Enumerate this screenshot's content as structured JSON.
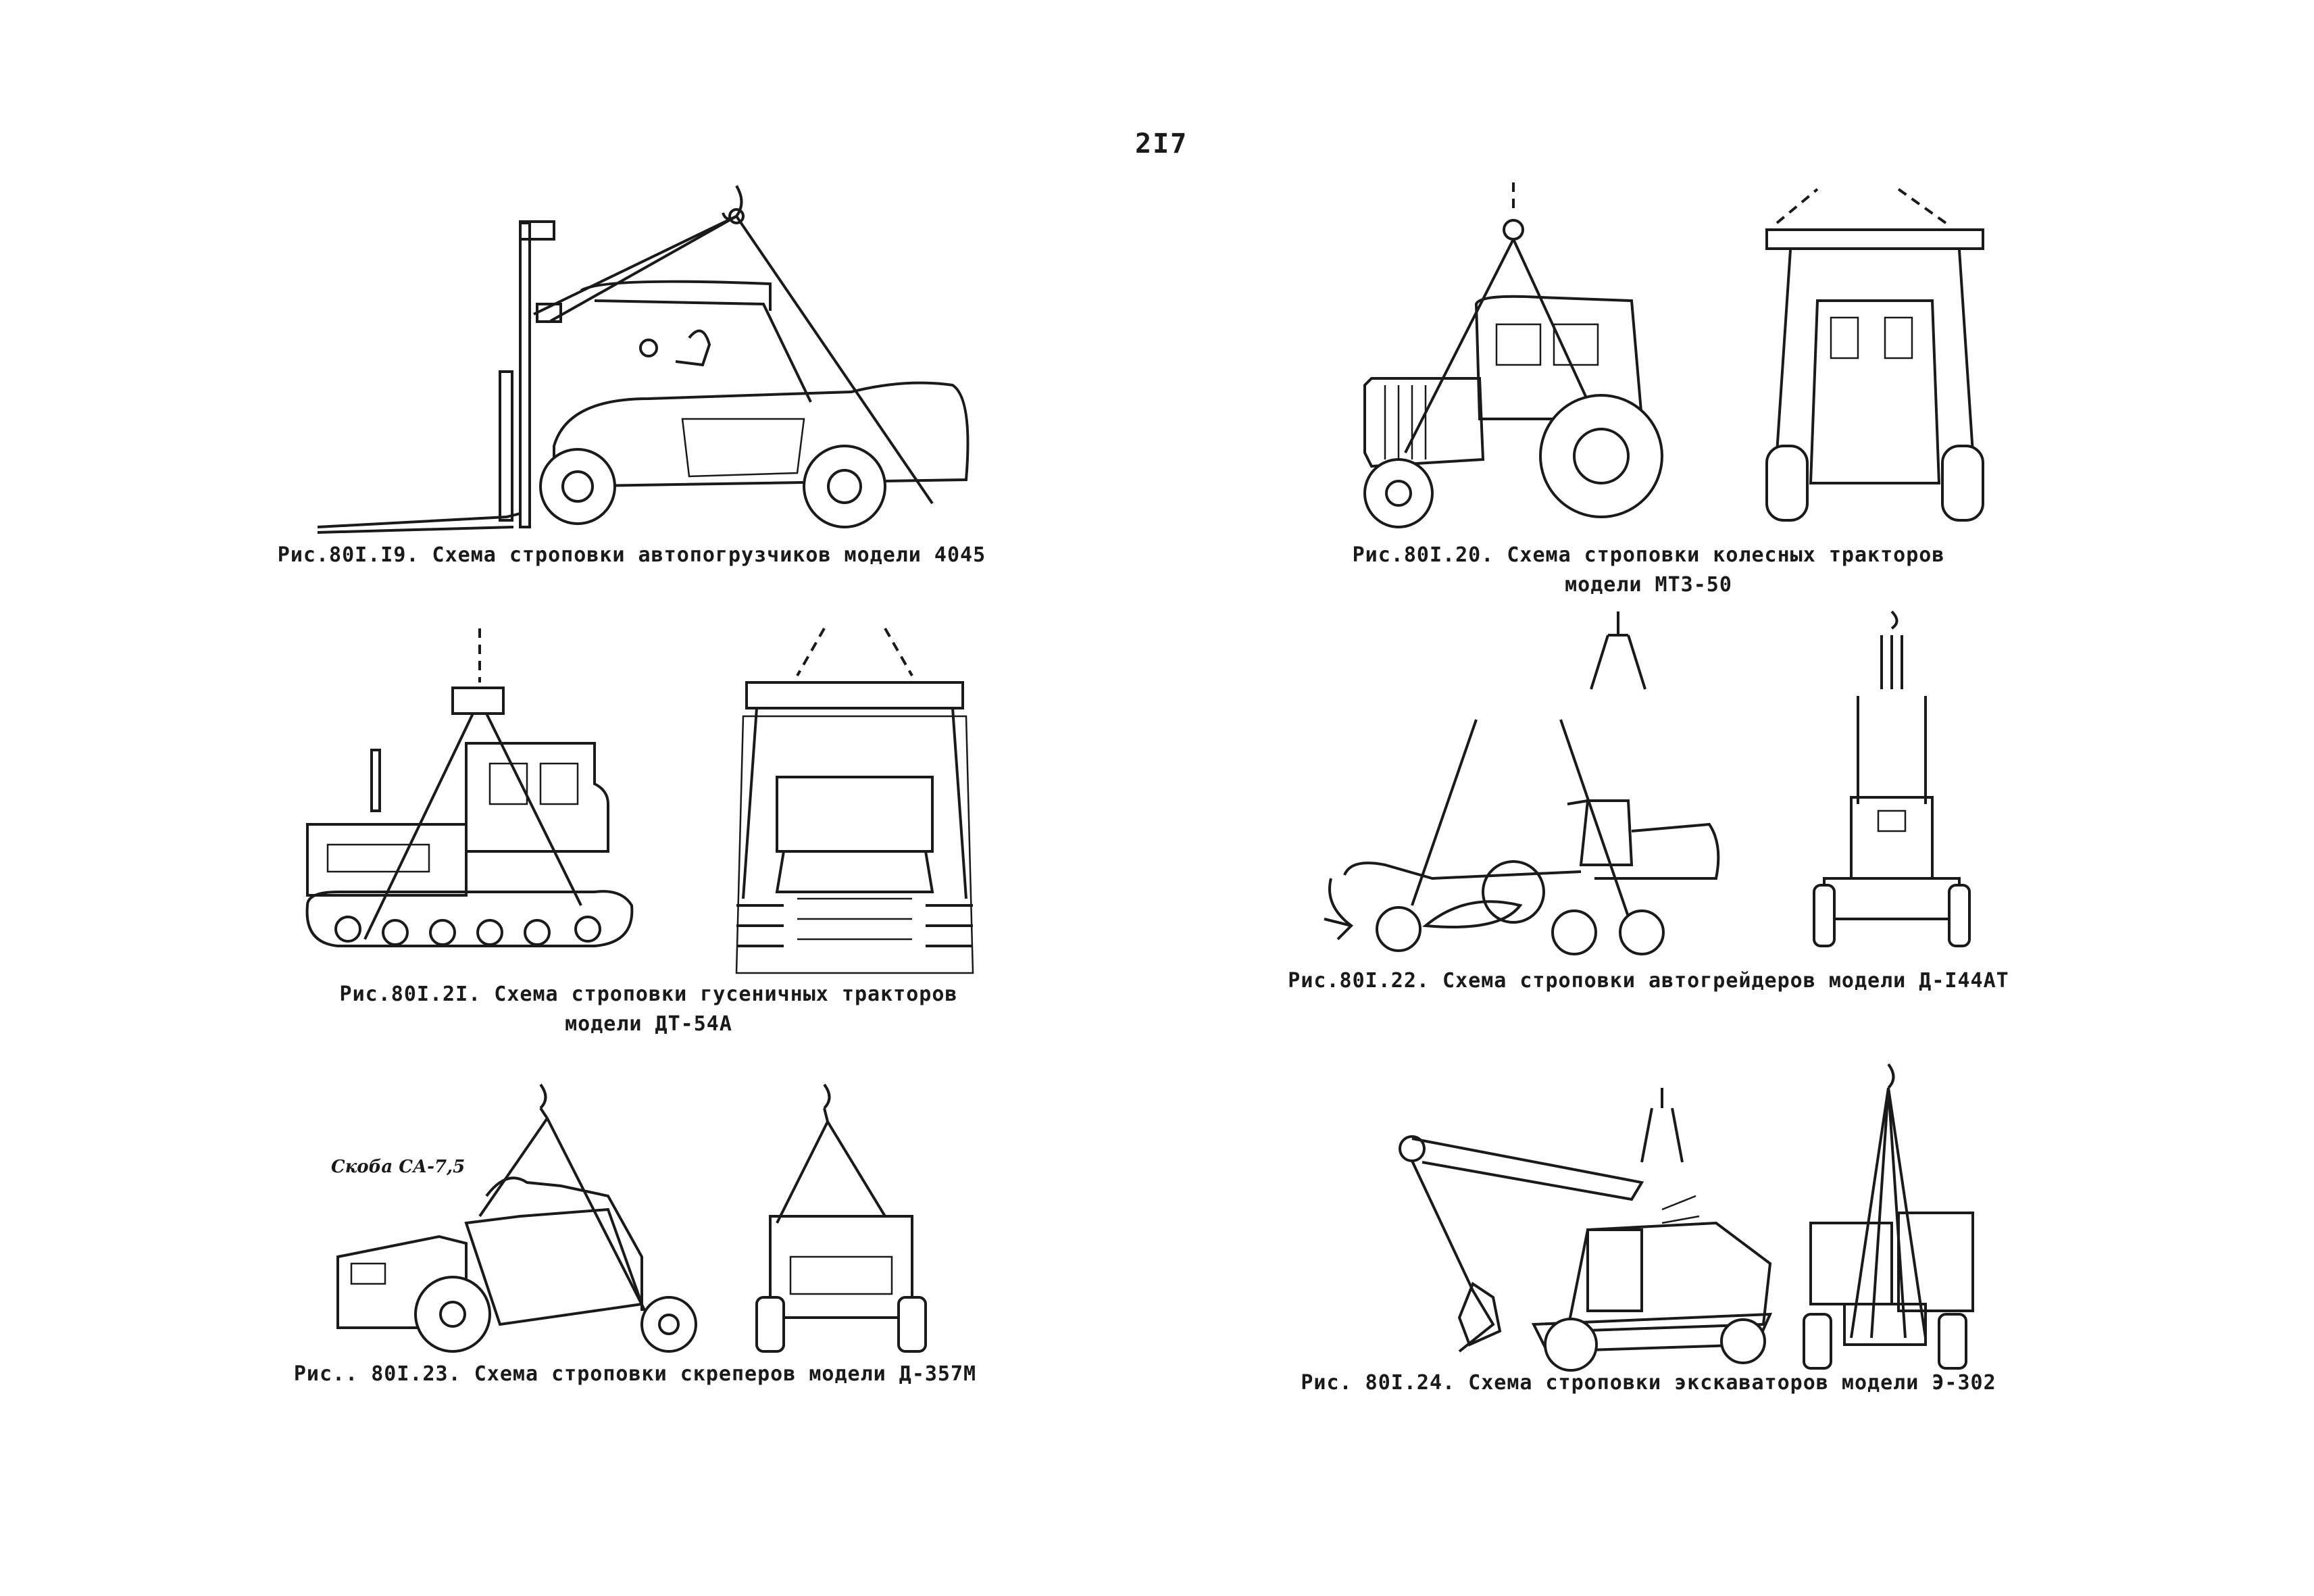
{
  "page": {
    "number": "2I7"
  },
  "figures": [
    {
      "id": "19",
      "caption_lines": [
        "Рис.80I.I9. Схема строповки автопогрузчиков модели 4045"
      ],
      "subject_icons": [
        "forklift-icon"
      ]
    },
    {
      "id": "20",
      "caption_lines": [
        "Рис.80I.20. Схема строповки колесных тракторов",
        "модели МТЗ-50"
      ],
      "subject_icons": [
        "wheeled-tractor-side-icon",
        "wheeled-tractor-rear-icon"
      ]
    },
    {
      "id": "21",
      "caption_lines": [
        "Рис.80I.2I. Схема строповки гусеничных тракторов",
        "модели ДТ-54А"
      ],
      "subject_icons": [
        "crawler-tractor-side-icon",
        "crawler-tractor-front-icon"
      ]
    },
    {
      "id": "22",
      "caption_lines": [
        "Рис.80I.22. Схема строповки автогрейдеров модели Д-I44АТ"
      ],
      "subject_icons": [
        "motor-grader-side-icon",
        "motor-grader-rear-icon"
      ]
    },
    {
      "id": "23",
      "caption_lines": [
        "Рис.. 80I.23. Схема строповки скреперов модели Д-357М"
      ],
      "callout": "Скоба СА-7,5",
      "subject_icons": [
        "scraper-side-icon",
        "scraper-front-icon"
      ]
    },
    {
      "id": "24",
      "caption_lines": [
        "Рис. 80I.24. Схема строповки экскаваторов модели Э-302"
      ],
      "subject_icons": [
        "excavator-side-icon",
        "excavator-rear-icon"
      ]
    }
  ]
}
